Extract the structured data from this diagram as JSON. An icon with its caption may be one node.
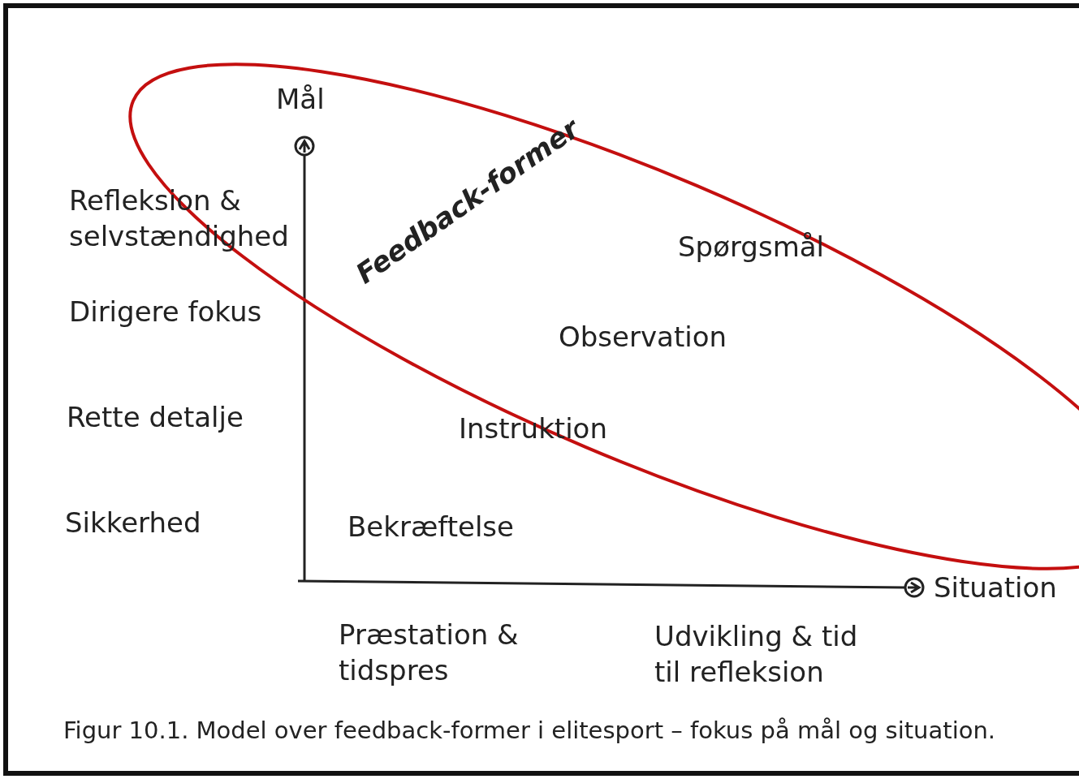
{
  "diagram": {
    "caption": "Figur 10.1. Model over feedback-former i elitesport – fokus på mål og situation.",
    "labels": [
      "Mål",
      "Refleksion & selvstændighed",
      "Dirigere fokus",
      "Rette detalje",
      "Sikkerhed",
      "Feedback-former",
      "Spørgsmål",
      "Observation",
      "Instruktion",
      "Bekræftelse",
      "Situation",
      "Præstation & tidspres",
      "Udvikling & tid til refleksion"
    ]
  }
}
